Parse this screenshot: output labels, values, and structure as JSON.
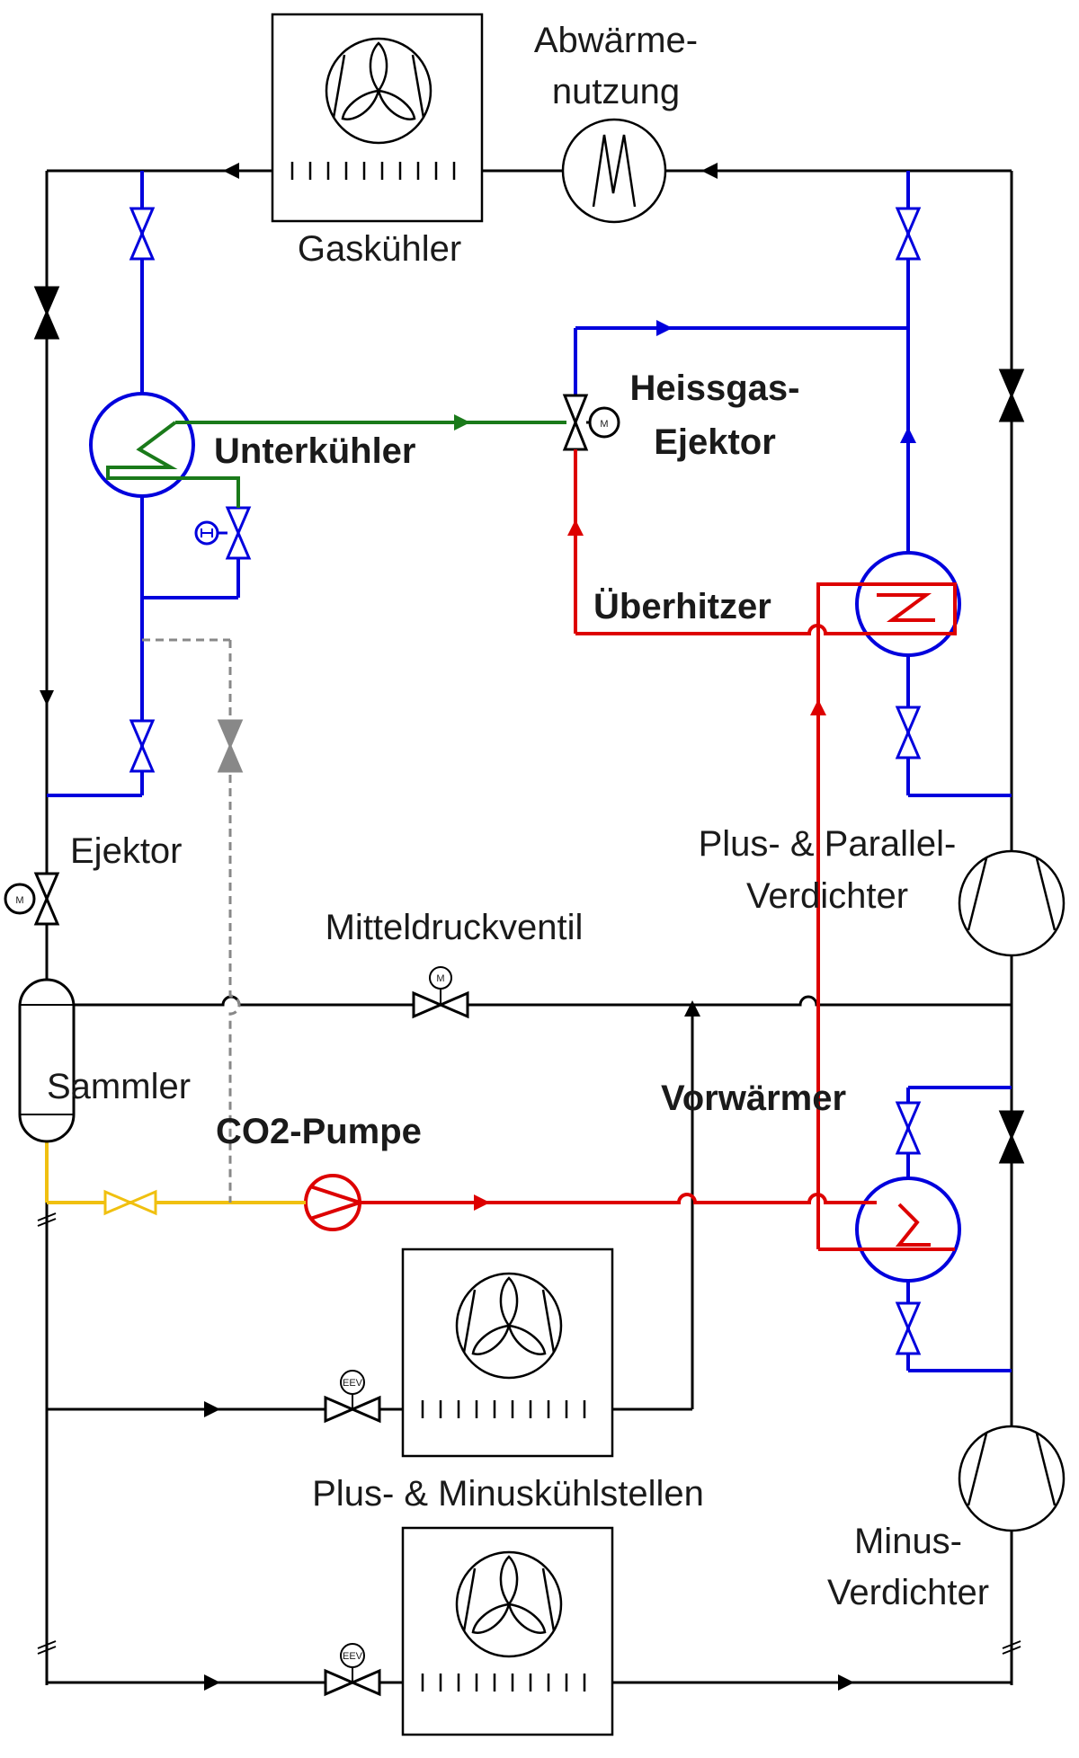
{
  "labels": {
    "abwaerme_line1": "Abwärme-",
    "abwaerme_line2": "nutzung",
    "gaskuehler": "Gaskühler",
    "heissgas_line1": "Heissgas-",
    "heissgas_line2": "Ejektor",
    "unterkuehler": "Unterkühler",
    "ueberhitzer": "Überhitzer",
    "ejektor": "Ejektor",
    "plus_parallel_line1": "Plus- & Parallel-",
    "plus_parallel_line2": "Verdichter",
    "mitteldruckventil": "Mitteldruckventil",
    "sammler": "Sammler",
    "vorwaermer": "Vorwärmer",
    "co2_pumpe": "CO2-Pumpe",
    "kuehlstellen": "Plus- & Minuskühlstellen",
    "minus_line1": "Minus-",
    "minus_line2": "Verdichter"
  },
  "symbols": {
    "motor": "M",
    "eev": "EEV"
  },
  "colors": {
    "main": "#000000",
    "blue": "#0000dd",
    "red": "#dd0000",
    "green": "#1a7a1a",
    "yellow": "#f0c010",
    "gray": "#888888"
  },
  "icons": [
    "fan-icon",
    "heat-exchanger-icon",
    "compressor-icon",
    "pump-icon",
    "valve-icon",
    "check-valve-icon",
    "motor-valve-icon",
    "eev-valve-icon"
  ]
}
